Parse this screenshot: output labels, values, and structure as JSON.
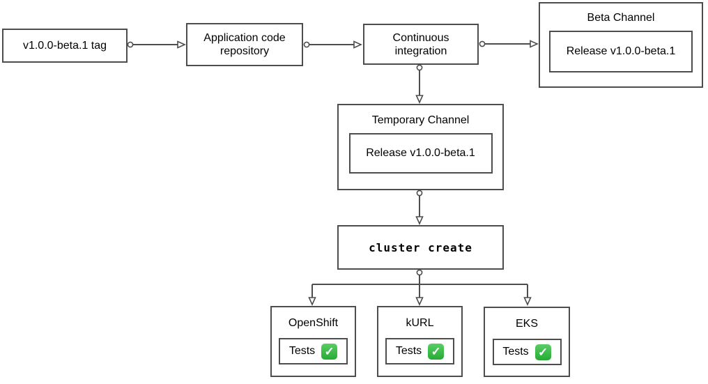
{
  "diagram": {
    "nodes": {
      "tag": {
        "label": "v1.0.0-beta.1 tag"
      },
      "app_repo": {
        "label": "Application code\nrepository"
      },
      "ci": {
        "label": "Continuous\nintegration"
      },
      "beta_channel": {
        "title": "Beta Channel",
        "release_label": "Release v1.0.0-beta.1"
      },
      "temporary_channel": {
        "title": "Temporary Channel",
        "release_label": "Release v1.0.0-beta.1"
      },
      "cluster_create": {
        "label": "cluster create"
      },
      "openshift": {
        "title": "OpenShift",
        "tests_label": "Tests"
      },
      "kurl": {
        "title": "kURL",
        "tests_label": "Tests"
      },
      "eks": {
        "title": "EKS",
        "tests_label": "Tests"
      }
    },
    "icons": {
      "check": "✓"
    },
    "colors": {
      "border": "#4d4d4d",
      "background": "#ffffff",
      "node_fill": "#ffffff",
      "text": "#000000",
      "check_green": "#2bbf3a"
    }
  }
}
